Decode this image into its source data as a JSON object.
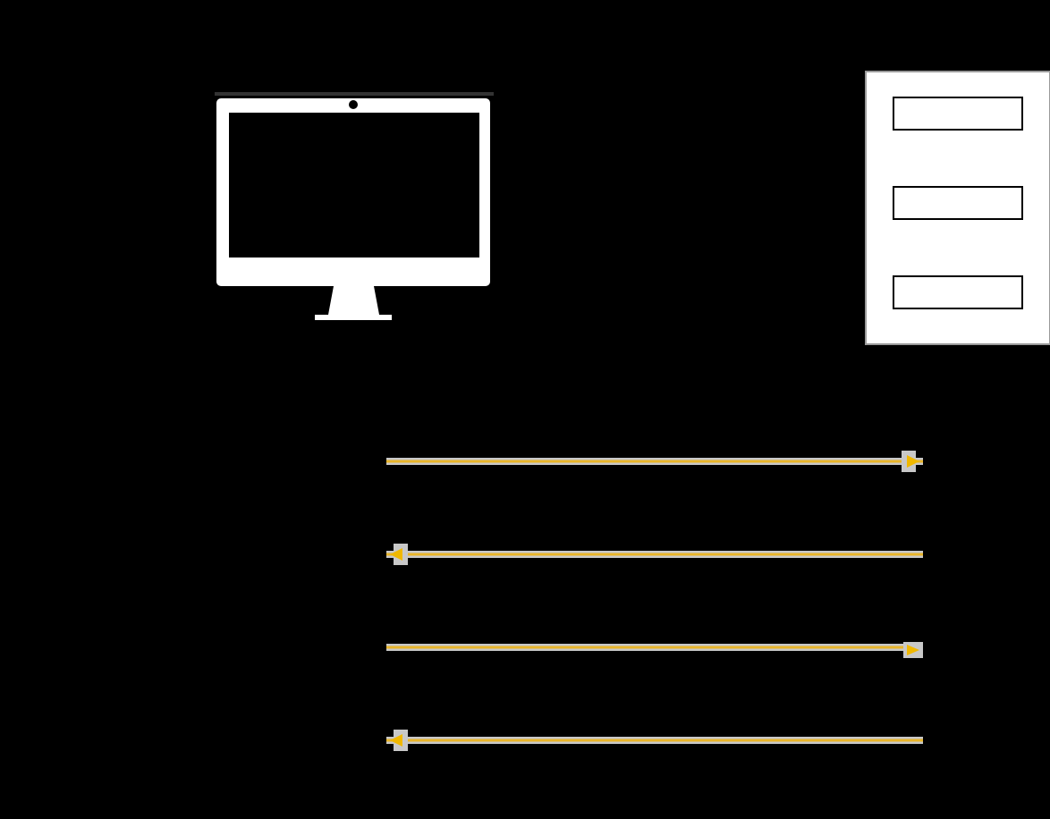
{
  "diagram": {
    "background_color": "#000000",
    "client": {
      "icon": "desktop-monitor-icon",
      "frame_color": "#ffffff",
      "screen_color": "#000000"
    },
    "server": {
      "icon": "server-rack-icon",
      "body_color": "#ffffff",
      "slot_border_color": "#000000",
      "slots": [
        {
          "id": "slot-1",
          "label": ""
        },
        {
          "id": "slot-2",
          "label": ""
        },
        {
          "id": "slot-3",
          "label": ""
        }
      ]
    },
    "arrow_colors": {
      "track": "#c8c8c8",
      "line": "#e8b52a",
      "head": "#f0b800"
    },
    "messages": [
      {
        "id": "message-1",
        "direction": "right",
        "label": ""
      },
      {
        "id": "message-2",
        "direction": "left",
        "label": ""
      },
      {
        "id": "message-3",
        "direction": "right",
        "label": ""
      },
      {
        "id": "message-4",
        "direction": "left",
        "label": ""
      }
    ]
  }
}
